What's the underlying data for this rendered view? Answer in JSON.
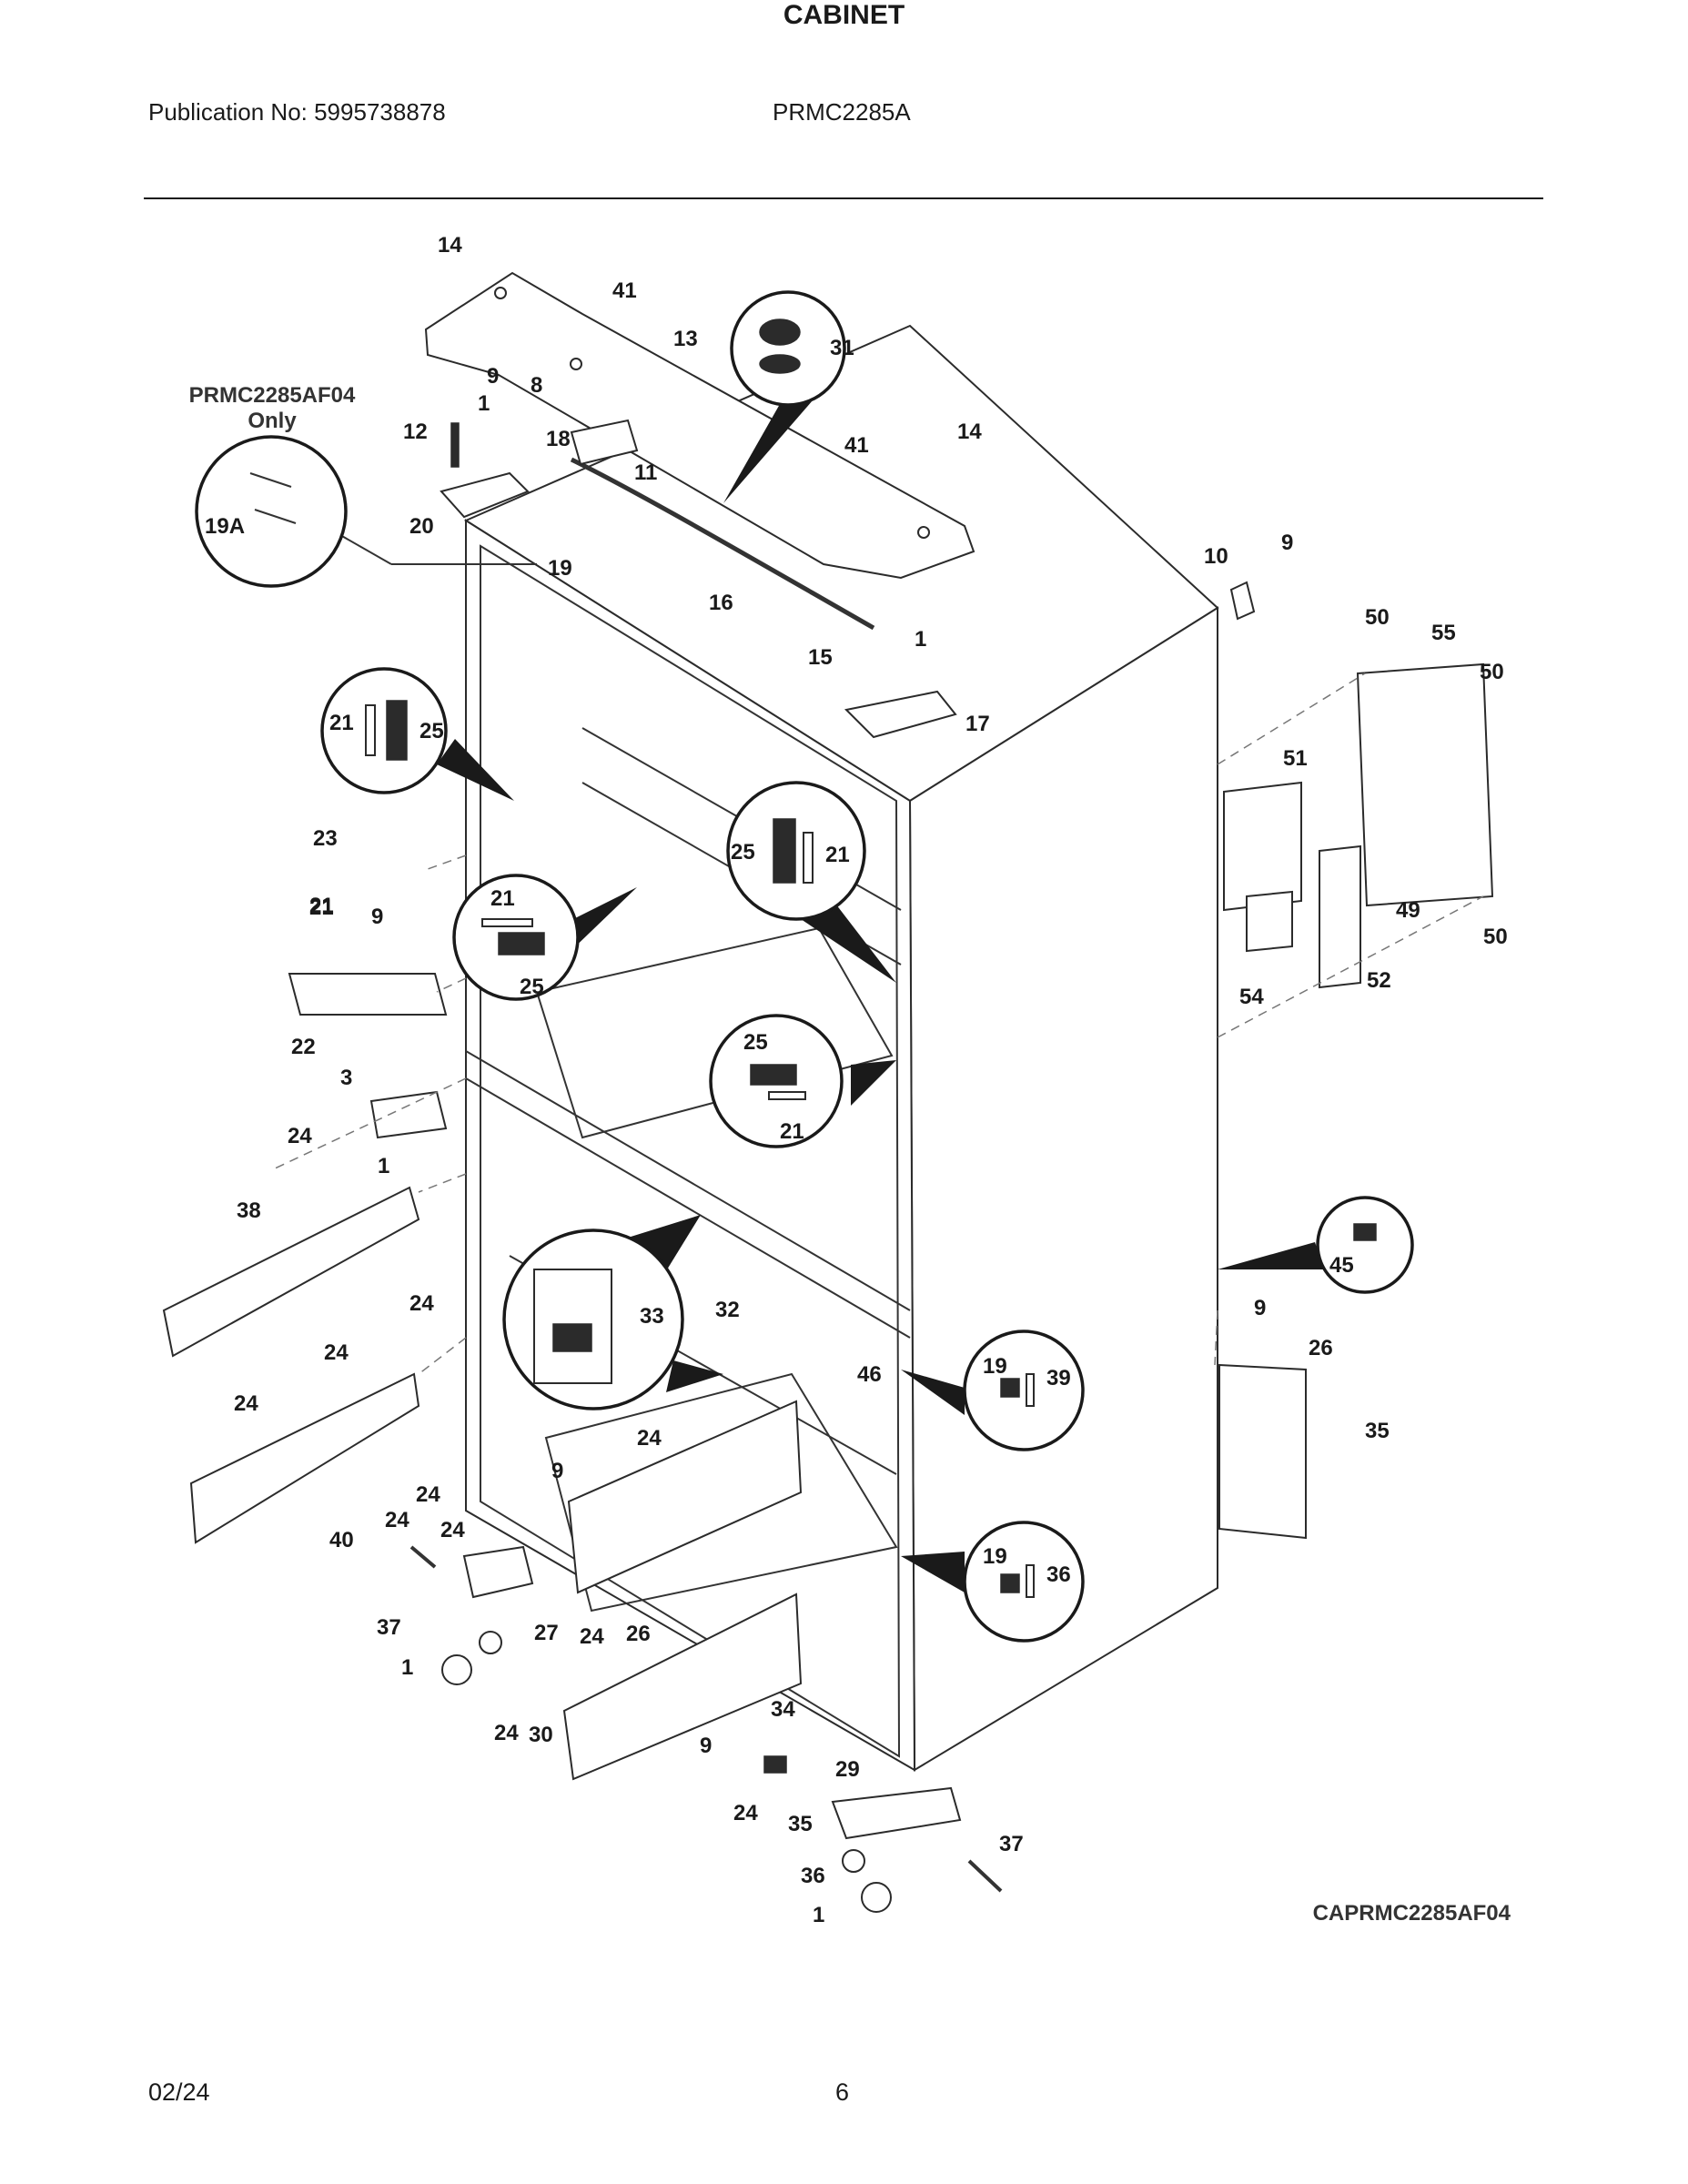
{
  "header": {
    "publication": "Publication No: 5995738878",
    "model": "PRMC2285A",
    "section_title": "CABINET"
  },
  "notes": {
    "variant_line1": "PRMC2285AF04",
    "variant_line2": "Only",
    "figure_code": "CAPRMC2285AF04"
  },
  "callouts": [
    "14",
    "41",
    "13",
    "31",
    "9",
    "8",
    "1",
    "12",
    "18",
    "11",
    "41",
    "14",
    "20",
    "19A",
    "19",
    "16",
    "15",
    "10",
    "9",
    "1",
    "17",
    "50",
    "55",
    "50",
    "21",
    "25",
    "51",
    "25",
    "21",
    "23",
    "21",
    "9",
    "21",
    "25",
    "49",
    "50",
    "52",
    "21",
    "54",
    "22",
    "25",
    "3",
    "24",
    "1",
    "21",
    "38",
    "45",
    "24",
    "33",
    "32",
    "9",
    "24",
    "46",
    "26",
    "19",
    "39",
    "24",
    "24",
    "24",
    "9",
    "35",
    "24",
    "40",
    "24",
    "37",
    "27",
    "24",
    "26",
    "19",
    "36",
    "1",
    "24",
    "30",
    "9",
    "34",
    "29",
    "24",
    "35",
    "37",
    "36",
    "1"
  ],
  "footer": {
    "date": "02/24",
    "page": "6"
  }
}
